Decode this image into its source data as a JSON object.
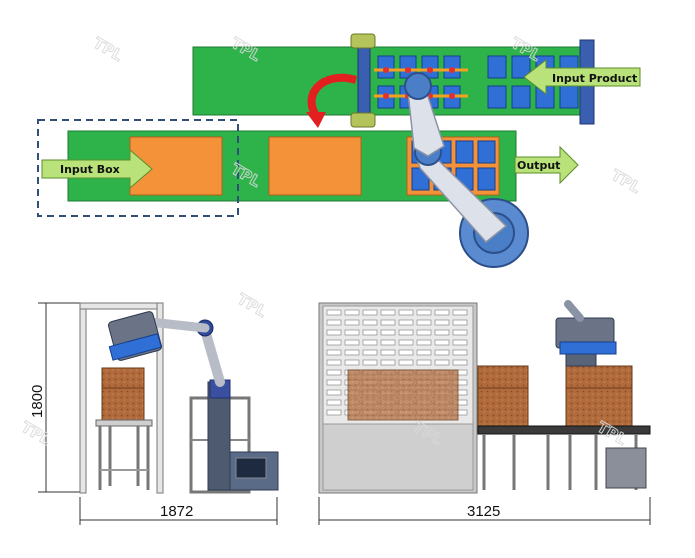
{
  "plan_view": {
    "labels": {
      "input_product": "Input Product",
      "input_box": "Input Box",
      "output": "Output"
    }
  },
  "elevation_views": {
    "height_dimension": "1800",
    "left_width_dimension": "1872",
    "right_width_dimension": "3125"
  },
  "watermark": "TPL",
  "colors": {
    "conveyor_green": "#2db34a",
    "box_orange": "#f4923a",
    "product_blue": "#2f6fd6",
    "robot_arm_light": "#d9dde6",
    "robot_base_blue": "#4a7fc8",
    "arrow_green": "#b9e27a",
    "rotation_arrow_red": "#e32020",
    "carton_brown": "#a9663a",
    "cage_gray": "#bfbfbf"
  }
}
